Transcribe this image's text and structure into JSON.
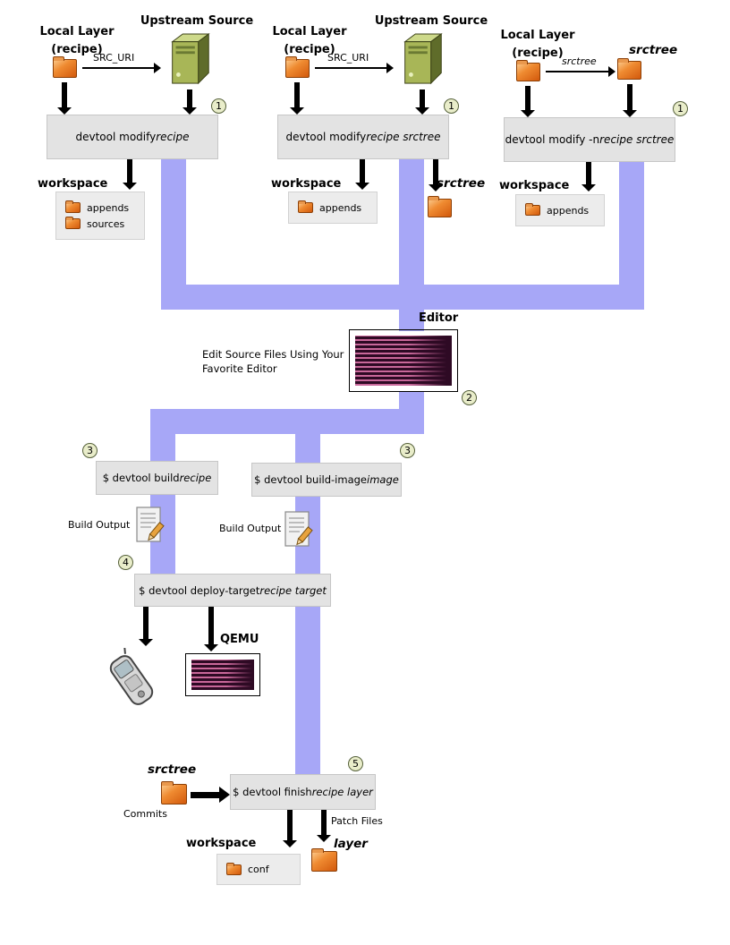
{
  "columns": [
    {
      "title": "Local Layer",
      "subtitle": "(recipe)",
      "arrow_label": "SRC_URI",
      "upstream_title": "Upstream Source",
      "badge": "1",
      "cmd_plain": "devtool modify ",
      "cmd_italic": "recipe",
      "workspace_label": "workspace",
      "folders": [
        "appends",
        "sources"
      ]
    },
    {
      "title": "Local Layer",
      "subtitle": "(recipe)",
      "arrow_label": "SRC_URI",
      "upstream_title": "Upstream Source",
      "badge": "1",
      "cmd_plain": "devtool modify ",
      "cmd_italic": "recipe srctree",
      "workspace_label": "workspace",
      "folders": [
        "appends"
      ],
      "srctree_label": "srctree"
    },
    {
      "title": "Local Layer",
      "subtitle": "(recipe)",
      "arrow_label": "srctree",
      "srctree_title": "srctree",
      "badge": "1",
      "cmd_plain": "devtool modify -n ",
      "cmd_italic": "recipe srctree",
      "workspace_label": "workspace",
      "folders": [
        "appends"
      ]
    }
  ],
  "editor": {
    "title": "Editor",
    "badge": "2",
    "caption": "Edit Source Files Using Your\nFavorite Editor"
  },
  "build": {
    "badge": "3",
    "build_cmd_plain": "$ devtool build ",
    "build_cmd_italic": "recipe",
    "build_image_cmd_plain": "$ devtool build-image ",
    "build_image_cmd_italic": "image",
    "output_label": "Build Output"
  },
  "deploy": {
    "badge": "4",
    "cmd_plain": "$ devtool deploy-target ",
    "cmd_italic": "recipe target",
    "qemu_label": "QEMU"
  },
  "finish": {
    "badge": "5",
    "cmd_plain": "$ devtool finish ",
    "cmd_italic": "recipe layer",
    "srctree_label": "srctree",
    "commits_label": "Commits",
    "patch_label": "Patch Files",
    "workspace_label": "workspace",
    "conf_label": "conf",
    "layer_label": "layer"
  },
  "colors": {
    "connector": "#a7a7f7",
    "box_bg": "#e3e3e3",
    "folder_orange": "#ef8b31",
    "terminal_bg": "#2e0a24",
    "badge_bg": "#e9edca"
  }
}
